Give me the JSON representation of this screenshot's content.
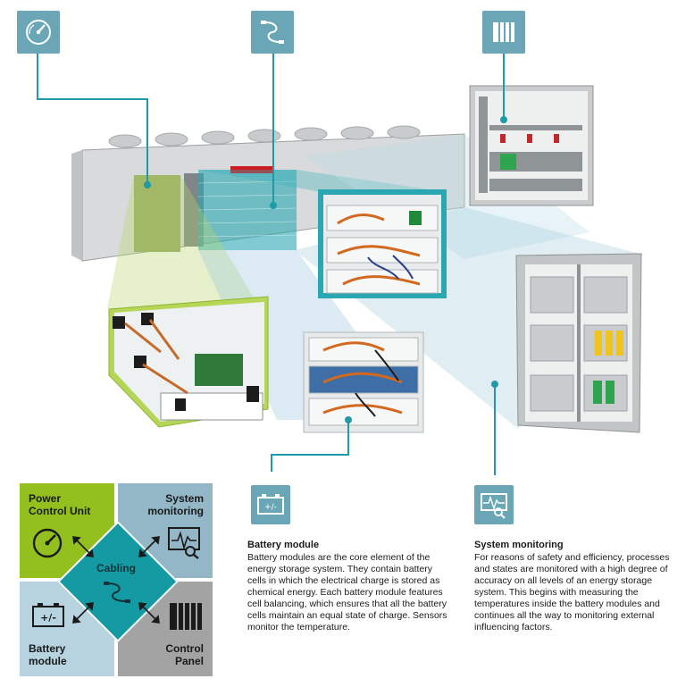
{
  "top_icons": [
    {
      "icon": "gauge-icon",
      "name": "power-control-unit"
    },
    {
      "icon": "cable-icon",
      "name": "cabling"
    },
    {
      "icon": "control-panel-icon",
      "name": "control-panel"
    }
  ],
  "key": {
    "quadrants": {
      "top_left": {
        "label": "Power\nControl Unit",
        "icon": "gauge-icon",
        "color": "#93c01f"
      },
      "top_right": {
        "label": "System\nmonitoring",
        "icon": "monitor-waveform-icon",
        "color": "#93b7c6"
      },
      "bottom_left": {
        "label": "Battery\nmodule",
        "icon": "battery-icon",
        "color": "#b7d3df"
      },
      "bottom_right": {
        "label": "Control\nPanel",
        "icon": "control-panel-icon",
        "color": "#a3a3a3"
      }
    },
    "center": {
      "label": "Cabling",
      "icon": "cable-icon",
      "color": "#139aa3"
    }
  },
  "battery_module": {
    "icon": "battery-icon",
    "title": "Battery module",
    "body": "Battery modules are the core element of the energy storage system. They contain battery cells in which the electrical charge is stored as chemical energy. Each battery module features cell balancing, which ensures that all the battery cells maintain an equal state of charge. Sensors monitor the temperature."
  },
  "system_monitoring": {
    "icon": "monitor-waveform-icon",
    "title": "System monitoring",
    "body": "For reasons of safety and efficiency, processes and states are monitored with a high degree of accuracy on all levels of an energy storage system. This begins with measuring the temperatures inside the battery modules and continues all the way to monitoring external influencing factors."
  },
  "colors": {
    "accent_teal": "#1f9aa6",
    "icon_box": "#6aa6b5",
    "green": "#93c01f"
  }
}
